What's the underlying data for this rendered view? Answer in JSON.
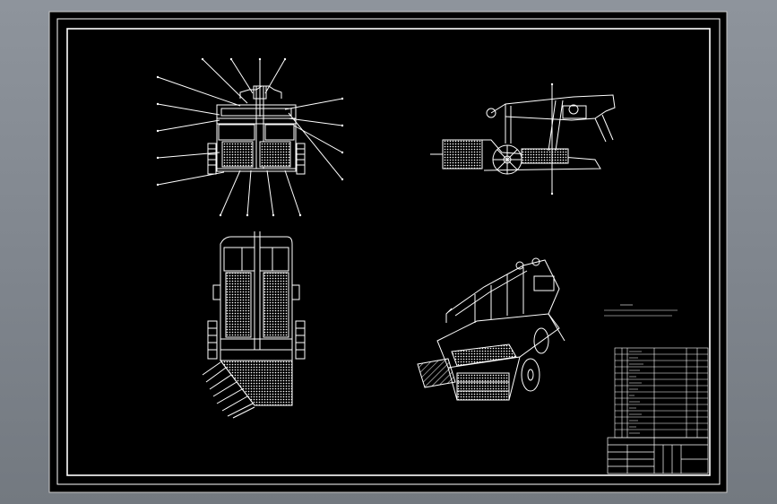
{
  "drawing": {
    "background_color": "#000000",
    "line_color": "#ffffff",
    "viewport_color": "#868c94",
    "views": [
      {
        "name": "front-view",
        "callout_count": 16
      },
      {
        "name": "side-view",
        "callout_count": 2
      },
      {
        "name": "top-view",
        "callout_count": 0
      },
      {
        "name": "isometric-view",
        "callout_count": 0
      }
    ],
    "parts_list_rows": 14,
    "title_block": true
  }
}
